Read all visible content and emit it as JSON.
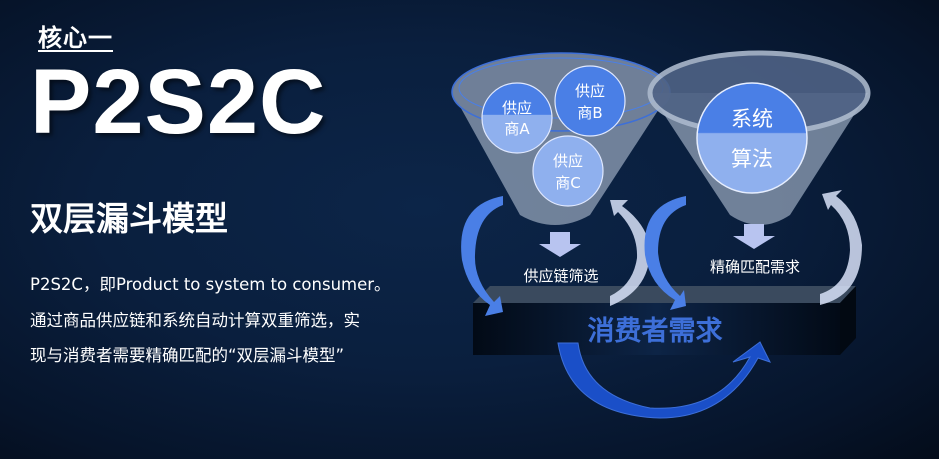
{
  "heading": {
    "section": "核心一",
    "title": "P2S2C",
    "subtitle": "双层漏斗模型",
    "description": [
      "P2S2C，即Product to system to consumer。",
      "通过商品供应链和系统自动计算双重筛选，实",
      "现与消费者需要精确匹配的“双层漏斗模型”"
    ]
  },
  "diagram": {
    "left_funnel": {
      "suppliers": [
        {
          "line1": "供应",
          "line2": "商A"
        },
        {
          "line1": "供应",
          "line2": "商B"
        },
        {
          "line1": "供应",
          "line2": "商C"
        }
      ],
      "output_label": "供应链筛选"
    },
    "right_funnel": {
      "core": {
        "line1": "系统",
        "line2": "算法"
      },
      "output_label": "精确匹配需求"
    },
    "base_label": "消费者需求",
    "colors": {
      "accent": "#3d6fd8",
      "circle_light": "#8fb0ee",
      "funnel": "#8a9ab0"
    }
  }
}
